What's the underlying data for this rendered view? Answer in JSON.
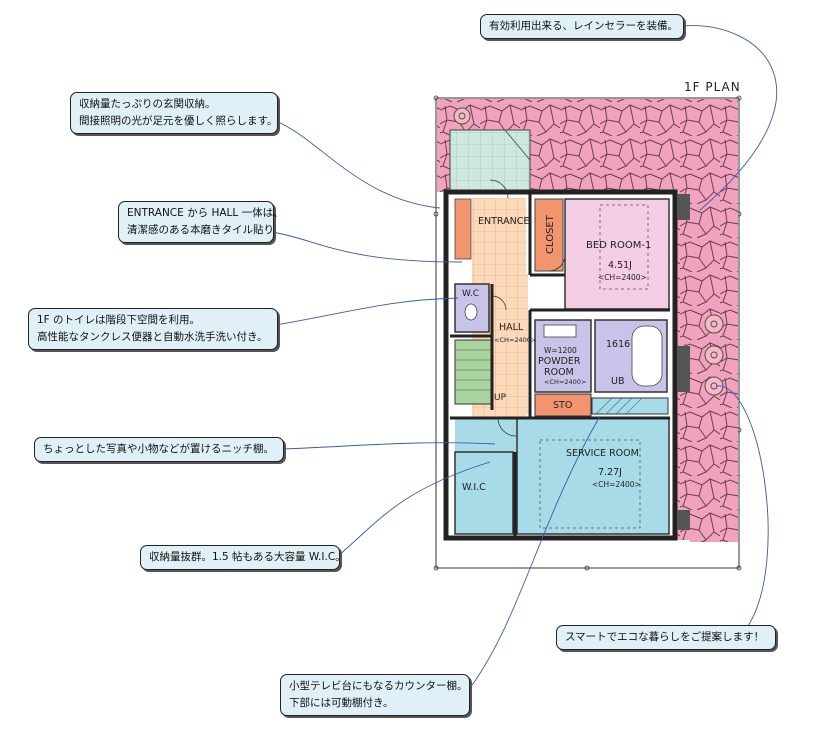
{
  "plan": {
    "title": "1F PLAN",
    "rooms": {
      "entrance": "ENTRANCE",
      "closet": "CLOSET",
      "bedroom": {
        "name": "BED ROOM-1",
        "area": "4.51J",
        "ch": "<CH=2400>"
      },
      "wc": "W.C",
      "hall": {
        "name": "HALL",
        "ch": "<CH=2400>"
      },
      "powder": {
        "width": "W=1200",
        "name_1": "POWDER",
        "name_2": "ROOM",
        "ch": "<CH=2400>"
      },
      "ub": {
        "size": "1616",
        "name": "UB"
      },
      "sto": "STO",
      "up": "UP",
      "service": {
        "name": "SERVICE ROOM",
        "area": "7.27J",
        "ch": "<CH=2400>"
      },
      "wic": "W.I.C"
    }
  },
  "callouts": {
    "rain_cellar": "有効利用出来る、レインセラーを装備。",
    "entrance_storage": {
      "line1": "収納量たっぷりの玄関収納。",
      "line2": "間接照明の光が足元を優しく照らします。"
    },
    "entrance_hall": {
      "line1": "ENTRANCE から HALL 一体は、",
      "line2": "清潔感のある本磨きタイル貼り"
    },
    "toilet": {
      "line1": "1F のトイレは階段下空間を利用。",
      "line2": "高性能なタンクレス便器と自動水洗手洗い付き。"
    },
    "niche": "ちょっとした写真や小物などが置けるニッチ棚。",
    "wic": "収納量抜群。1.5 帖もある大容量 W.I.C。",
    "eco": "スマートでエコな暮らしをご提案します！",
    "counter": {
      "line1": "小型テレビ台にもなるカウンター棚。",
      "line2": "下部には可動棚付き。"
    }
  },
  "colors": {
    "garden": "#f0a2bf",
    "hall_tile": "#fcd9b8",
    "bedroom": "#f3cde4",
    "service": "#a8dbe8",
    "powder": "#c8c3e8",
    "closet": "#f0956e",
    "stair": "#a9d4a0",
    "callout_bg": "#dff1f6",
    "leader": "#3c5aa8"
  }
}
